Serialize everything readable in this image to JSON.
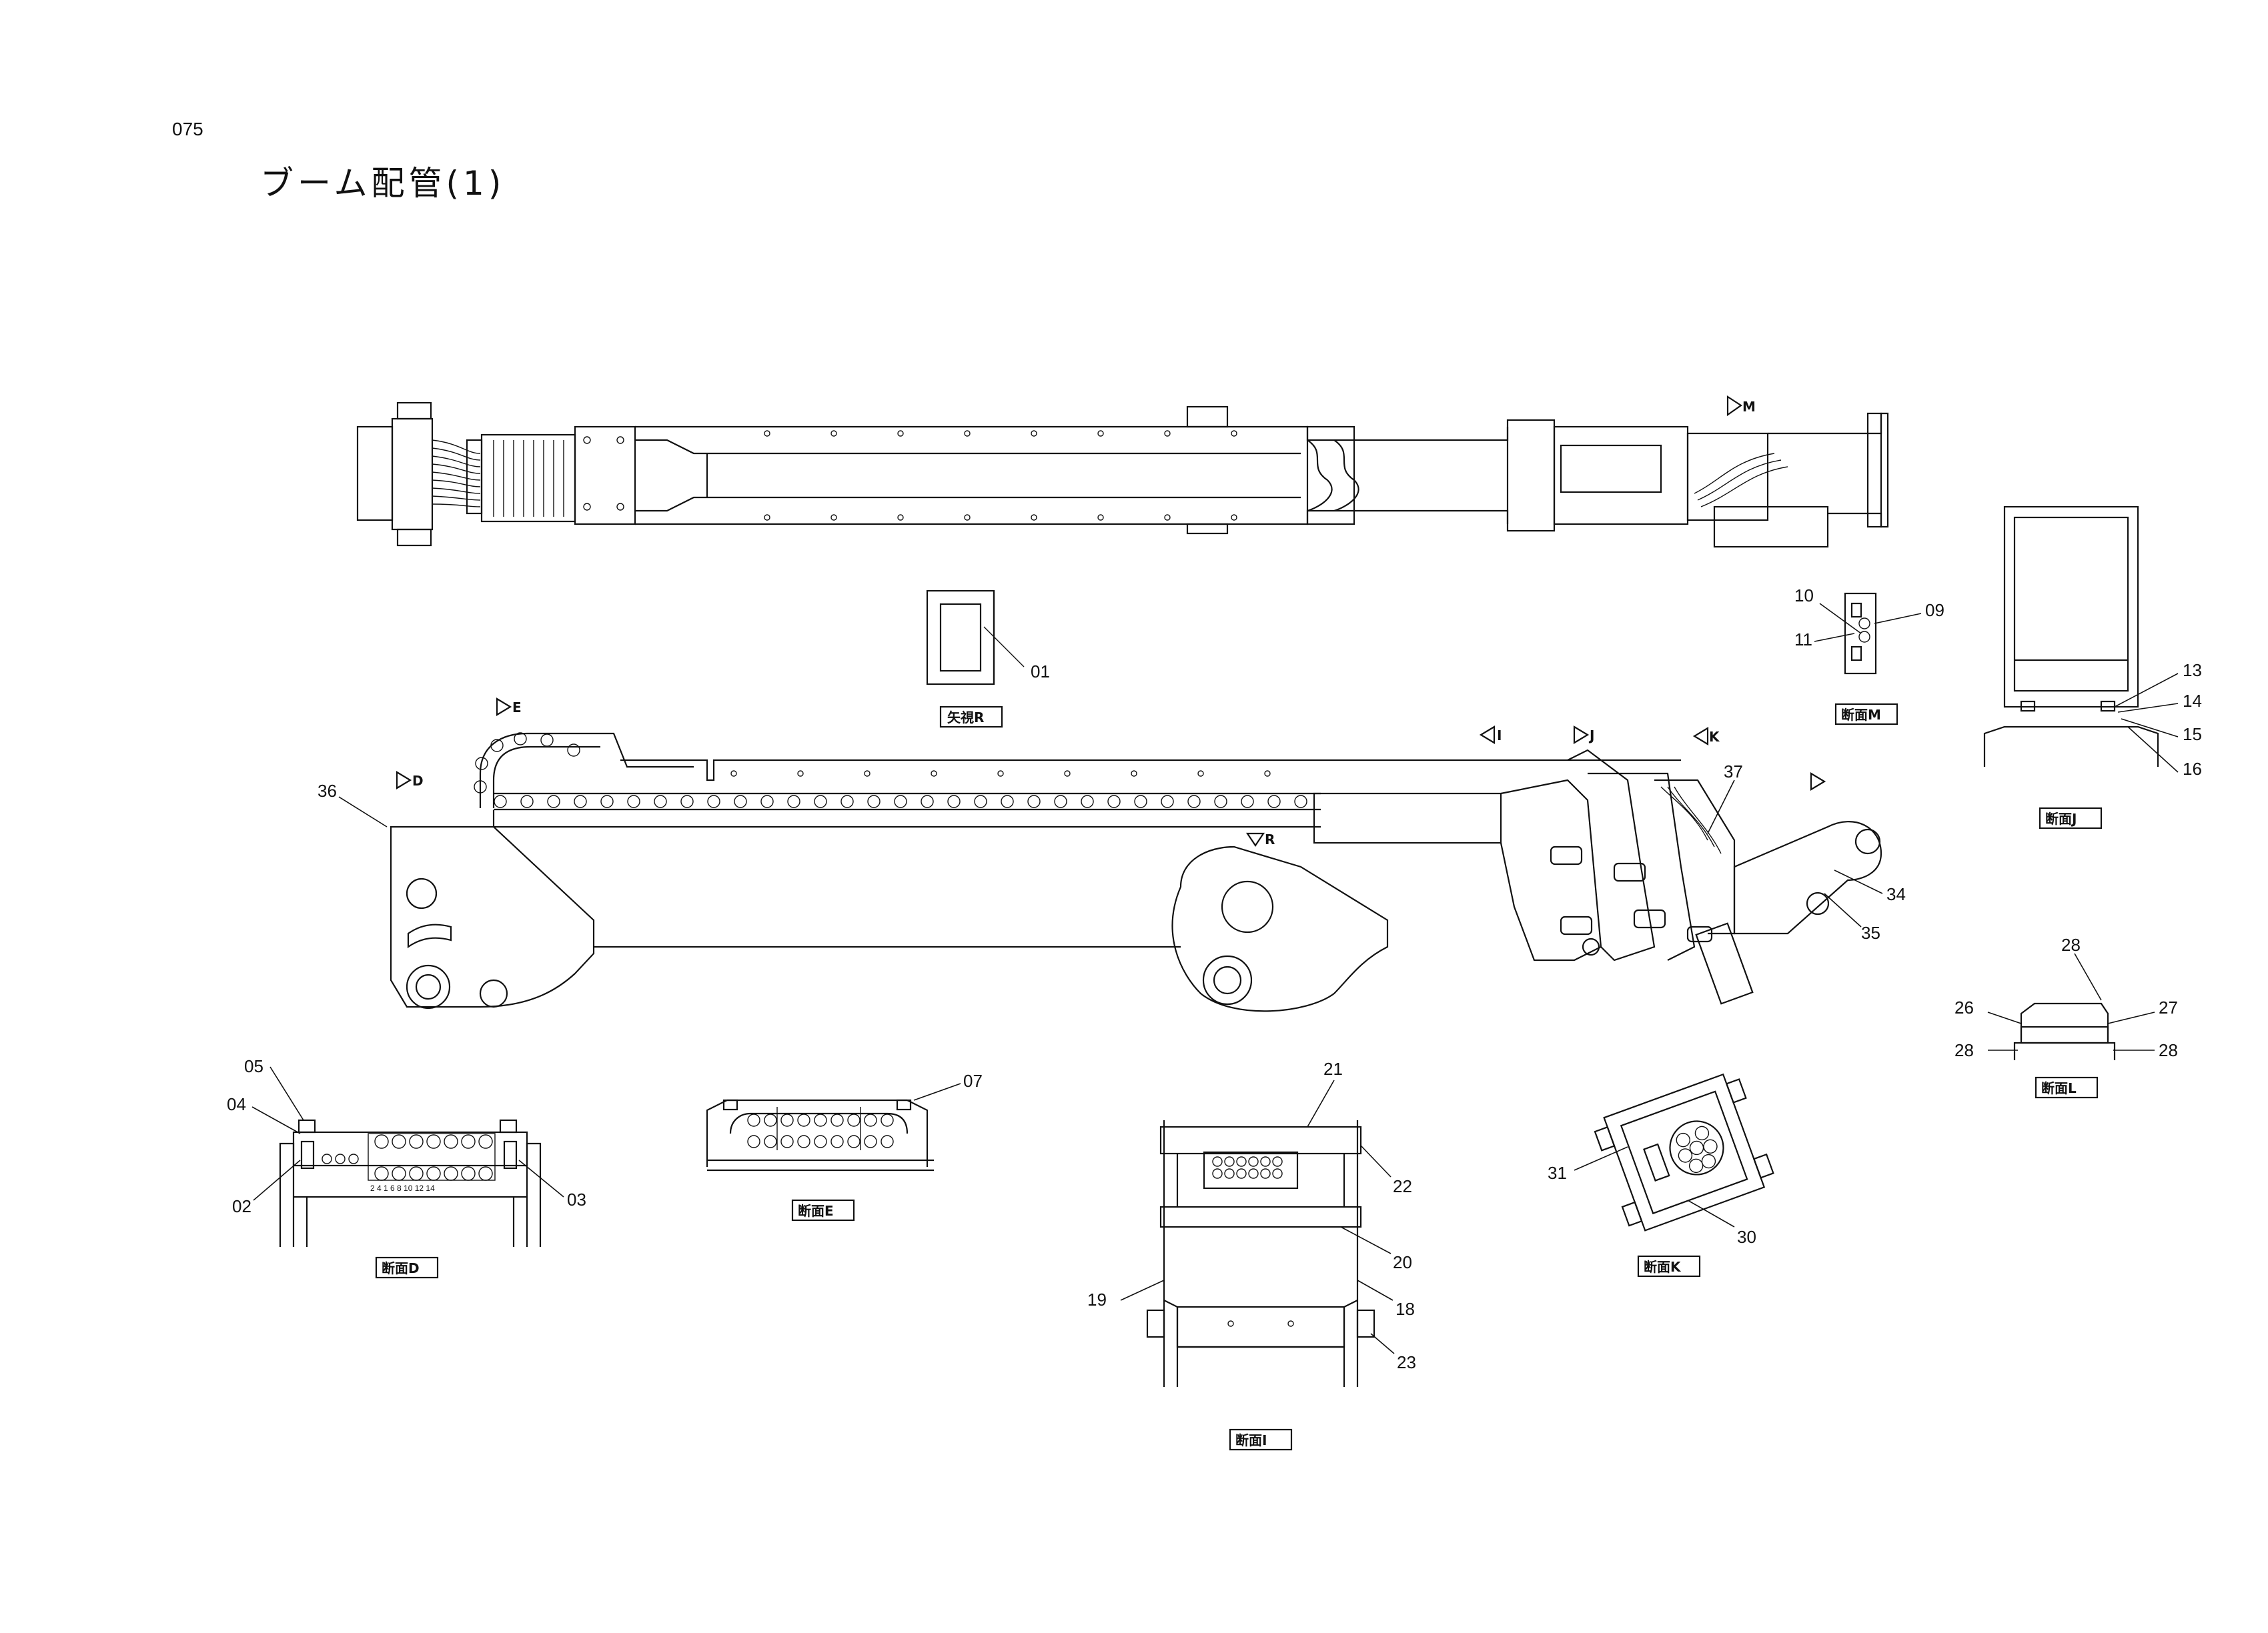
{
  "page_number": "075",
  "title": "ブーム配管(1)",
  "view_markers": {
    "D": "D",
    "E": "E",
    "I": "I",
    "J": "J",
    "K": "K",
    "M": "M",
    "R": "R"
  },
  "section_labels": {
    "R": "矢視R",
    "M": "断面M",
    "J": "断面J",
    "L": "断面L",
    "D": "断面D",
    "E": "断面E",
    "I": "断面I",
    "K": "断面K"
  },
  "part_numbers": {
    "p01": "01",
    "p02": "02",
    "p03": "03",
    "p04": "04",
    "p05": "05",
    "p07": "07",
    "p09": "09",
    "p10": "10",
    "p11": "11",
    "p13": "13",
    "p14": "14",
    "p15": "15",
    "p16": "16",
    "p18": "18",
    "p19": "19",
    "p20": "20",
    "p21": "21",
    "p22": "22",
    "p23": "23",
    "p26": "26",
    "p27": "27",
    "p28a": "28",
    "p28b": "28",
    "p28c": "28",
    "p30": "30",
    "p31": "31",
    "p34": "34",
    "p35": "35",
    "p36": "36",
    "p37": "37"
  },
  "hose_numbers": "2 4 1 6 8 10 12 14"
}
